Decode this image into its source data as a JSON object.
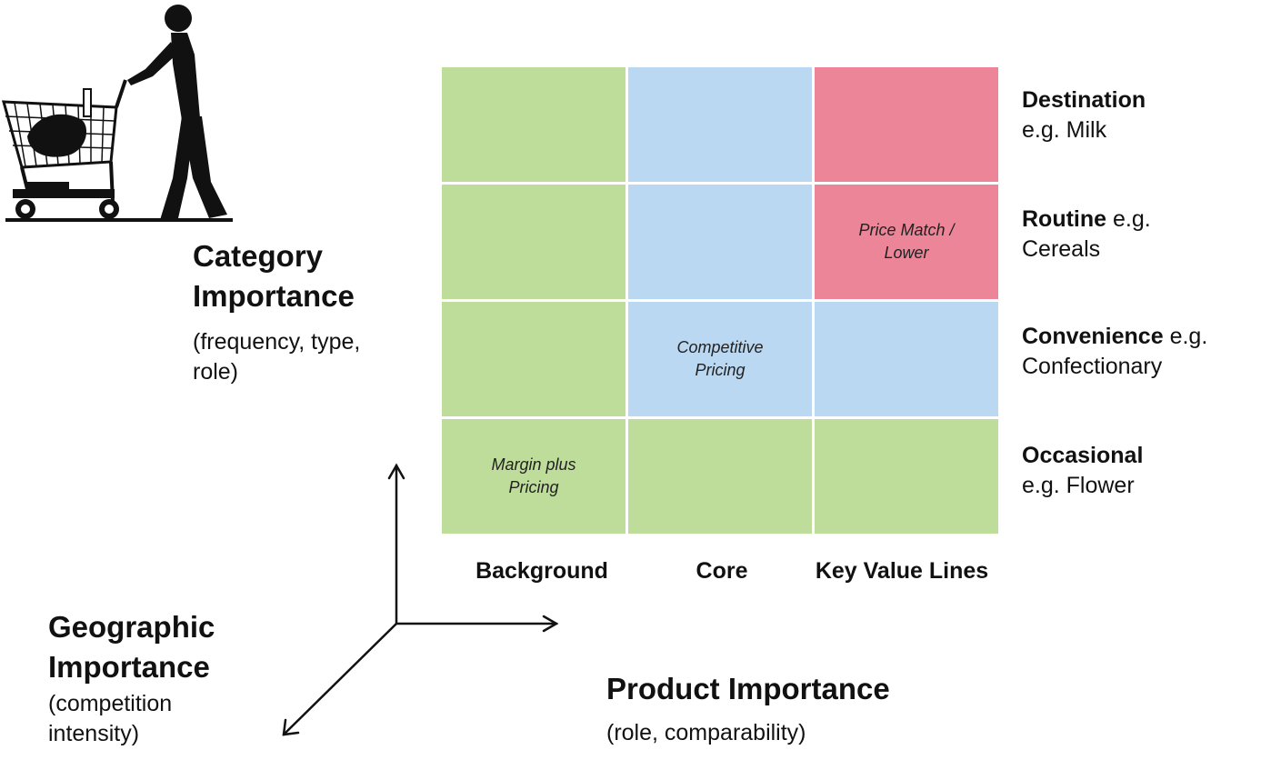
{
  "colors": {
    "green": "#bfdd9a",
    "blue": "#bad8f1",
    "red": "#ed8599"
  },
  "icons": {
    "shopper": "woman-pushing-shopping-cart-illustration"
  },
  "grid": {
    "rows": [
      {
        "cells": [
          {
            "color": "green",
            "text": ""
          },
          {
            "color": "blue",
            "text": ""
          },
          {
            "color": "red",
            "text": ""
          }
        ]
      },
      {
        "cells": [
          {
            "color": "green",
            "text": ""
          },
          {
            "color": "blue",
            "text": ""
          },
          {
            "color": "red",
            "text": "Price Match / Lower"
          }
        ]
      },
      {
        "cells": [
          {
            "color": "green",
            "text": ""
          },
          {
            "color": "blue",
            "text": "Competitive Pricing"
          },
          {
            "color": "blue",
            "text": ""
          }
        ]
      },
      {
        "cells": [
          {
            "color": "green",
            "text": "Margin plus Pricing"
          },
          {
            "color": "green",
            "text": ""
          },
          {
            "color": "green",
            "text": ""
          }
        ]
      }
    ]
  },
  "row_labels": [
    {
      "name": "Destination",
      "example": "e.g. Milk"
    },
    {
      "name": "Routine",
      "example": "e.g. Cereals"
    },
    {
      "name": "Convenience",
      "example": "e.g. Confectionary"
    },
    {
      "name": "Occasional",
      "example": "e.g. Flower"
    }
  ],
  "column_labels": [
    "Background",
    "Core",
    "Key Value Lines"
  ],
  "axes": {
    "category": {
      "title": "Category Importance",
      "subtitle": "(frequency, type, role)"
    },
    "geographic": {
      "title": "Geographic Importance",
      "subtitle": "(competition intensity)"
    },
    "product": {
      "title": "Product Importance",
      "subtitle": "(role, comparability)"
    }
  }
}
